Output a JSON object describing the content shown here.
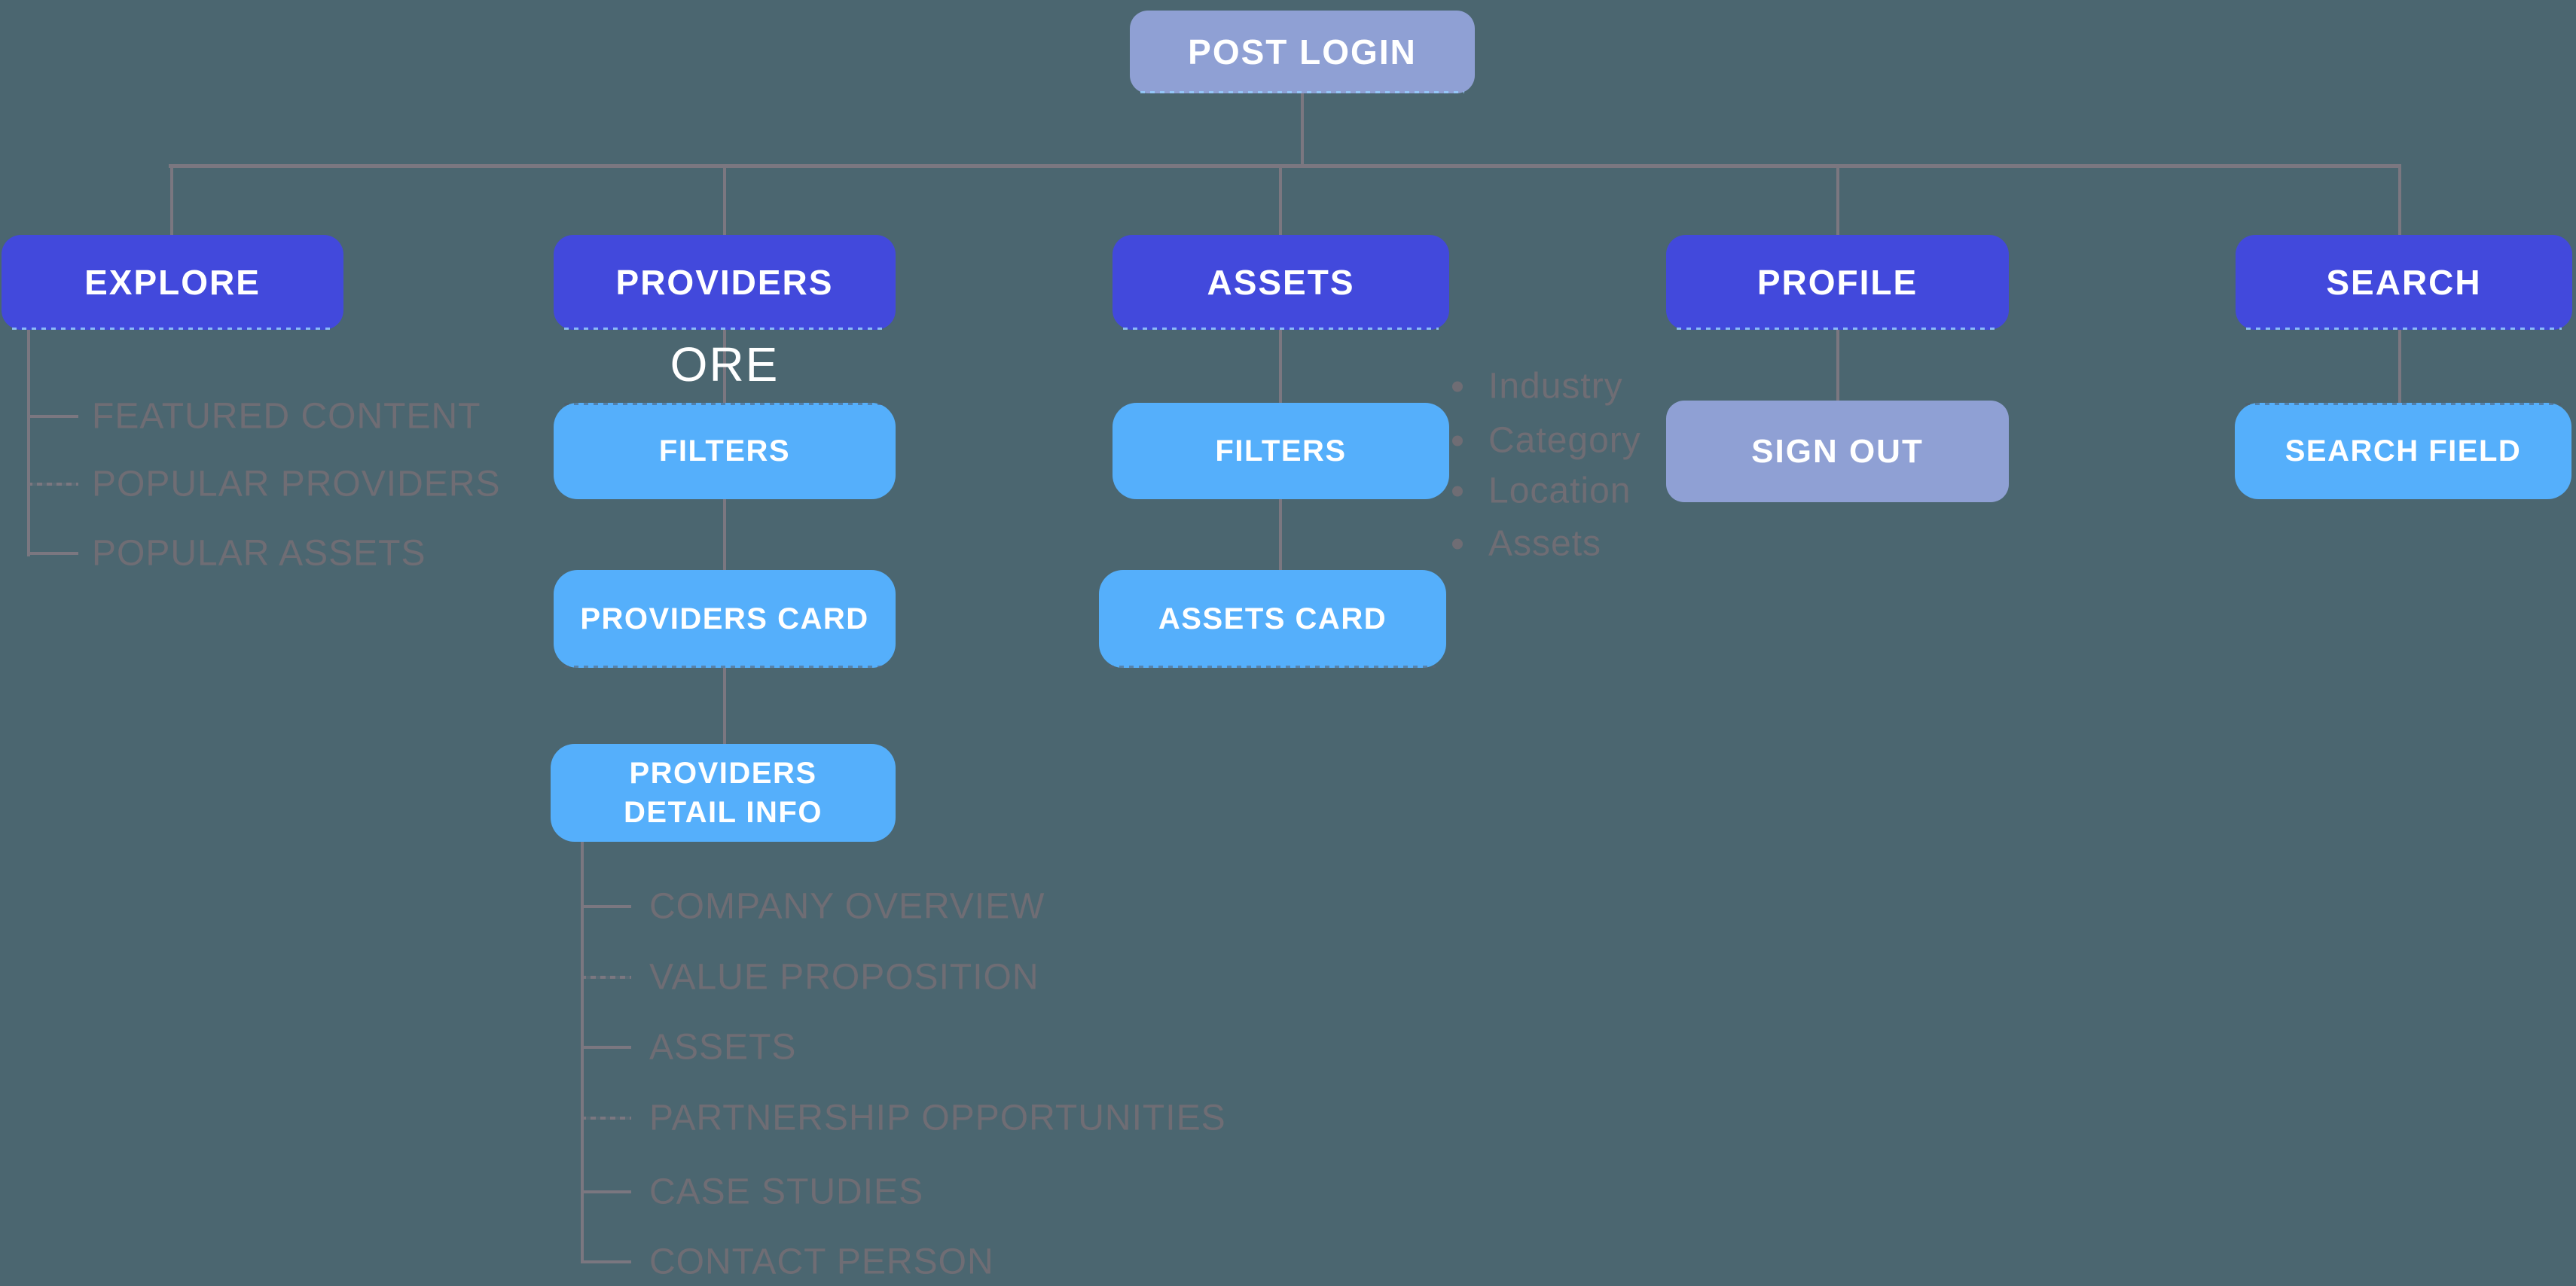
{
  "diagram_title": "POST LOGIN sitemap",
  "colors": {
    "background": "#4B6670",
    "primary_node": "#4249DC",
    "secondary_node": "#55AFFB",
    "muted_node": "#8FA0D4",
    "connector": "#7B7780",
    "gray_text": "#6F6D74"
  },
  "root": {
    "label": "POST LOGIN"
  },
  "branches": {
    "explore": {
      "label": "EXPLORE",
      "items": [
        "FEATURED CONTENT",
        "POPULAR PROVIDERS",
        "POPULAR ASSETS"
      ]
    },
    "providers": {
      "label": "PROVIDERS",
      "overlay": "ORE",
      "flow": [
        "FILTERS",
        "PROVIDERS CARD",
        "PROVIDERS DETAIL INFO"
      ],
      "details": [
        "COMPANY OVERVIEW",
        "VALUE PROPOSITION",
        "ASSETS",
        "PARTNERSHIP OPPORTUNITIES",
        "CASE STUDIES",
        "CONTACT PERSON"
      ]
    },
    "assets": {
      "label": "ASSETS",
      "flow": [
        "FILTERS",
        "ASSETS CARD"
      ],
      "bullets": [
        "Industry",
        "Category",
        "Location",
        "Assets"
      ]
    },
    "profile": {
      "label": "PROFILE",
      "flow": [
        "SIGN OUT"
      ]
    },
    "search": {
      "label": "SEARCH",
      "flow": [
        "SEARCH FIELD"
      ]
    }
  }
}
